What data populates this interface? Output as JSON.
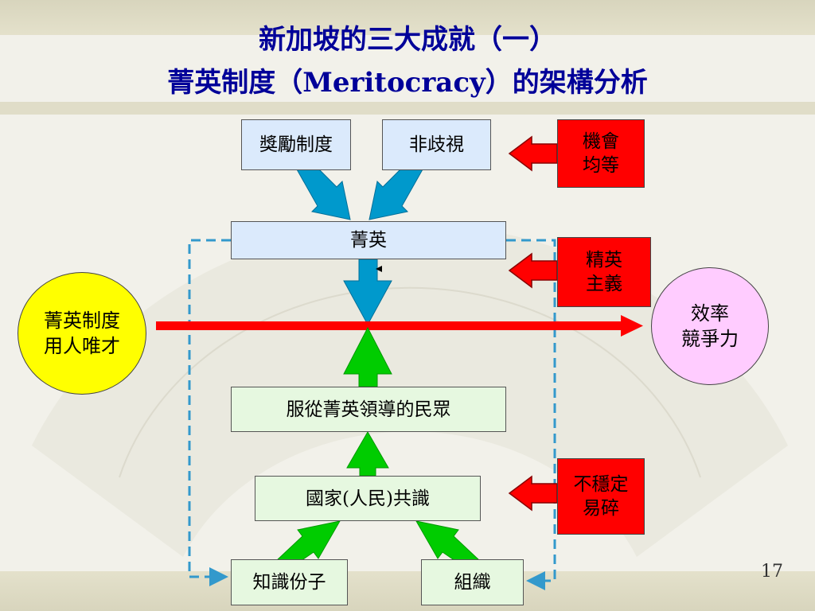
{
  "title": {
    "line1": "新加坡的三大成就（一）",
    "line2": "菁英制度（Meritocracy）的架構分析"
  },
  "boxes": {
    "reward_system": "獎勵制度",
    "non_discrimination": "非歧視",
    "elite": "菁英",
    "followers": "服從菁英領導的民眾",
    "consensus": "國家(人民)共識",
    "intellectuals": "知識份子",
    "organization": "組織"
  },
  "red_labels": {
    "equal_opportunity": "機會\n均等",
    "elitism": "精英\n主義",
    "unstable": "不穩定\n易碎"
  },
  "circles": {
    "meritocracy": "菁英制度\n用人唯才",
    "efficiency": "效率\n競爭力"
  },
  "page_number": "17",
  "colors": {
    "title": "#000099",
    "blue_arrow": "#0099cc",
    "green_arrow": "#00cc00",
    "red_line": "#ff0000",
    "red_label_bg": "#ff0000",
    "dashed_frame": "#3399cc"
  }
}
